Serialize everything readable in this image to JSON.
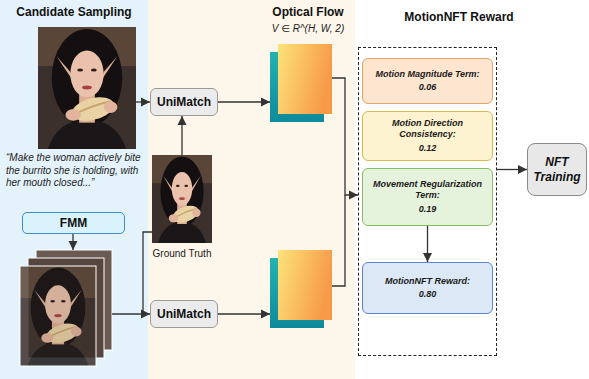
{
  "diagram": {
    "nodes": [
      {
        "text": [
          "Candidate Sampling"
        ]
      },
      {
        "text": [
          "FMM"
        ],
        "in": 0
      },
      {
        "text": [
          "Optical Flow"
        ]
      },
      {
        "text": [
          "UniMatch"
        ],
        "in": 2
      },
      {
        "text": [
          "UniMatch"
        ],
        "in": 2
      },
      {
        "text": [
          "MotionNFT Reward"
        ]
      },
      {
        "text": [
          "Motion Magnitude Term:",
          "0.06"
        ],
        "in": 5
      },
      {
        "text": [
          "Motion Direction Consistency:",
          "0.12"
        ],
        "in": 5
      },
      {
        "text": [
          "Movement Regularization Term:",
          "0.19"
        ],
        "in": 5
      },
      {
        "text": [
          "MotionNFT Reward:",
          "0.80"
        ],
        "in": 5
      },
      {
        "text": [
          "NFT Training"
        ]
      }
    ],
    "edges": [
      {
        "from": 8,
        "to": 9,
        "arrow": "to"
      },
      {
        "from": 5,
        "to": 10,
        "arrow": "to"
      }
    ],
    "labels": [
      "V ∈ R^(H, W, 2)",
      "“Make the woman actively bite the burrito she is holding, with her mouth closed...”",
      "Ground Truth"
    ]
  }
}
